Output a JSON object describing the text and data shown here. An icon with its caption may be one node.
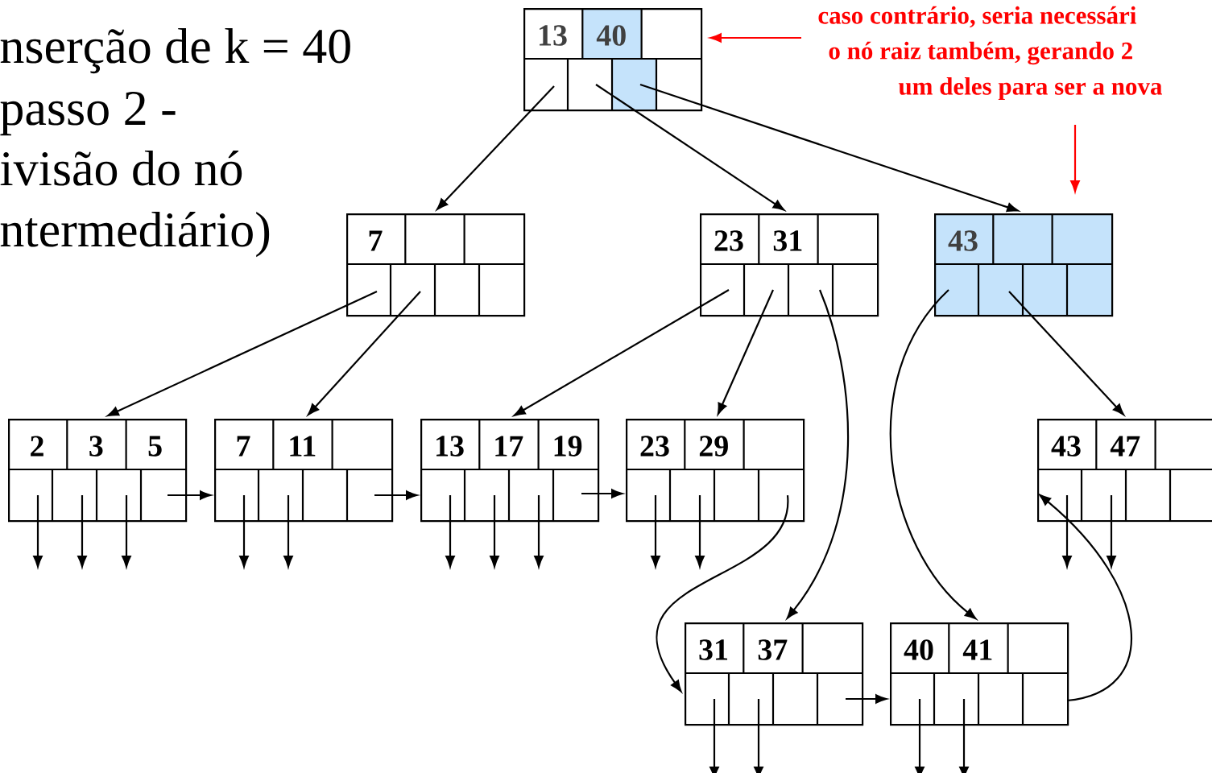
{
  "diagram": {
    "nodes": [
      {
        "text": [
          "13",
          "40"
        ]
      },
      {
        "text": [
          "7"
        ]
      },
      {
        "text": [
          "23",
          "31"
        ]
      },
      {
        "text": [
          "43"
        ]
      },
      {
        "text": [
          "2",
          "3",
          "5"
        ]
      },
      {
        "text": [
          "7",
          "11"
        ]
      },
      {
        "text": [
          "13",
          "17",
          "19"
        ]
      },
      {
        "text": [
          "23",
          "29"
        ]
      },
      {
        "text": [
          "43",
          "47"
        ]
      },
      {
        "text": [
          "31",
          "37"
        ]
      },
      {
        "text": [
          "40",
          "41"
        ]
      },
      {
        "text": [
          "caso contrário, seria necessári",
          "o nó raiz também, gerando 2",
          "um deles para ser a nova"
        ]
      }
    ],
    "edges": [
      {
        "from": 0,
        "to": 1,
        "arrow": "to"
      },
      {
        "from": 0,
        "to": 2,
        "arrow": "to"
      },
      {
        "from": 0,
        "to": 3,
        "arrow": "to"
      },
      {
        "from": 1,
        "to": 4,
        "arrow": "to"
      },
      {
        "from": 1,
        "to": 5,
        "arrow": "to"
      },
      {
        "from": 2,
        "to": 6,
        "arrow": "to"
      },
      {
        "from": 2,
        "to": 7,
        "arrow": "to"
      },
      {
        "from": 2,
        "to": 9,
        "arrow": "to"
      },
      {
        "from": 3,
        "to": 10,
        "arrow": "to"
      },
      {
        "from": 3,
        "to": 8,
        "arrow": "to"
      },
      {
        "from": 4,
        "to": 5,
        "arrow": "to"
      },
      {
        "from": 5,
        "to": 6,
        "arrow": "to"
      },
      {
        "from": 6,
        "to": 7,
        "arrow": "to"
      },
      {
        "from": 7,
        "to": 9,
        "arrow": "to"
      },
      {
        "from": 9,
        "to": 10,
        "arrow": "to"
      },
      {
        "from": 10,
        "to": 8,
        "arrow": "to"
      },
      {
        "from": 11,
        "to": 0,
        "arrow": "to",
        "color": "#ff0000"
      },
      {
        "from": 11,
        "to": 3,
        "arrow": "to",
        "color": "#ff0000"
      },
      {
        "from": 4,
        "to": null,
        "arrow": "to"
      },
      {
        "from": 4,
        "to": null,
        "arrow": "to"
      },
      {
        "from": 4,
        "to": null,
        "arrow": "to"
      },
      {
        "from": 5,
        "to": null,
        "arrow": "to"
      },
      {
        "from": 5,
        "to": null,
        "arrow": "to"
      },
      {
        "from": 6,
        "to": null,
        "arrow": "to"
      },
      {
        "from": 6,
        "to": null,
        "arrow": "to"
      },
      {
        "from": 6,
        "to": null,
        "arrow": "to"
      },
      {
        "from": 7,
        "to": null,
        "arrow": "to"
      },
      {
        "from": 7,
        "to": null,
        "arrow": "to"
      },
      {
        "from": 8,
        "to": null,
        "arrow": "to"
      },
      {
        "from": 8,
        "to": null,
        "arrow": "to"
      },
      {
        "from": 9,
        "to": null,
        "arrow": "to"
      },
      {
        "from": 9,
        "to": null,
        "arrow": "to"
      },
      {
        "from": 10,
        "to": null,
        "arrow": "to"
      },
      {
        "from": 10,
        "to": null,
        "arrow": "to"
      }
    ],
    "labels": [
      "nserção de k = 40",
      "passo 2 -",
      "ivisão do nó",
      "ntermediário)"
    ]
  }
}
